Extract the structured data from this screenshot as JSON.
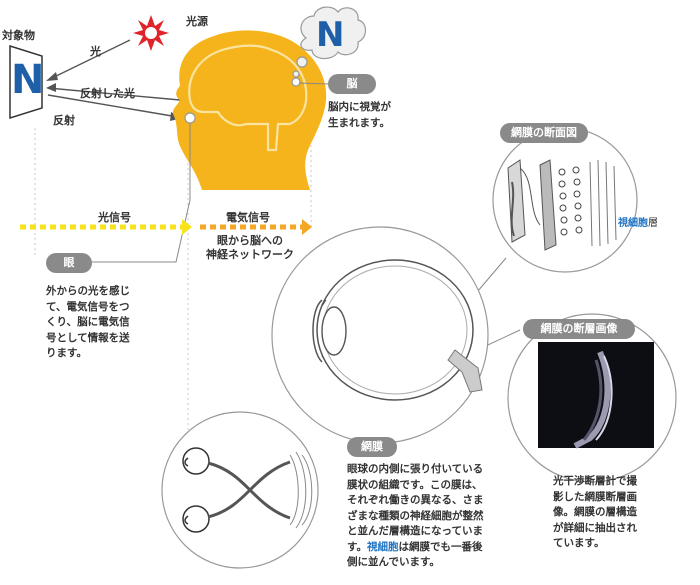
{
  "labels": {
    "object": "対象物",
    "light": "光",
    "light_source": "光源",
    "reflected_light": "反射した光",
    "reflection": "反射",
    "optical_signal": "光信号",
    "electrical_signal": "電気信号",
    "nerve_network": "眼から脳への\n神経ネットワーク",
    "n_letter": "N",
    "photoreceptor": "視細胞",
    "layer_suffix": "層"
  },
  "callouts": {
    "brain": {
      "title": "脳",
      "text": "脳内に視覚が\n生まれます。"
    },
    "eye": {
      "title": "眼",
      "text": "外からの光を感じ\nて、電気信号をつ\nくり、脳に電気信\n号として情報を送\nります。"
    },
    "retina_section": {
      "title": "網膜の断面図"
    },
    "oct": {
      "title": "網膜の断層画像",
      "text": "光干渉断層計で撮\n影した網膜断層画\n像。網膜の層構造\nが詳細に抽出され\nています。"
    },
    "retina": {
      "title": "網膜",
      "text_1": "眼球の内側に張り付いている\n膜状の組織です。この膜は、\nそれぞれ働きの異なる、さま\nざまな種類の神経細胞が整然\nと並んだ層構造になっていま\nす。",
      "text_highlight": "視細胞",
      "text_2": "は網膜でも一番後\n側に並んでいます。"
    }
  },
  "colors": {
    "head": "#f5b31c",
    "brain_outline": "#fbe4a0",
    "n_blue": "#1f5fa8",
    "starburst": "#e0242b",
    "signal_yellow": "#f7e21c",
    "signal_orange": "#f5a623",
    "pill_gray": "#8a8a8a",
    "accent_blue": "#1f74c4"
  }
}
